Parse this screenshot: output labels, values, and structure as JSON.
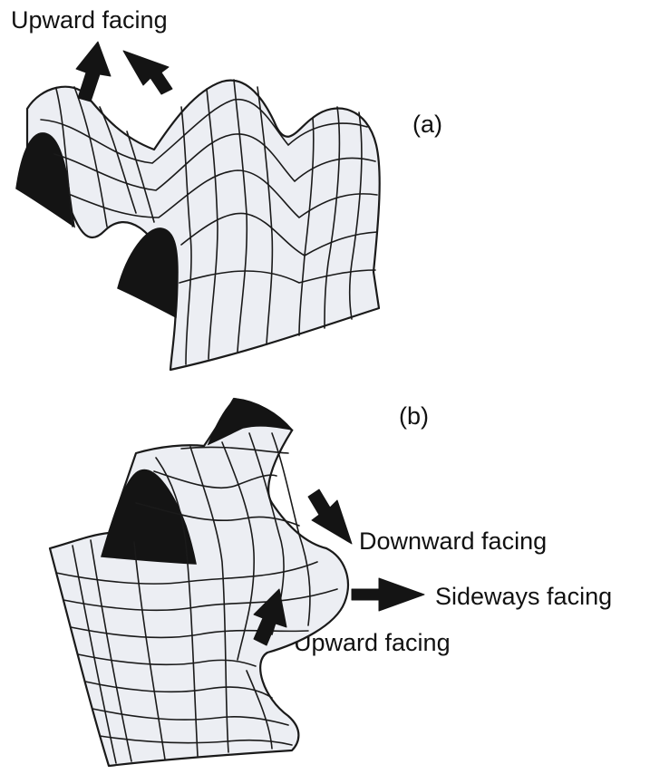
{
  "panel_a": {
    "tag": "(a)",
    "arrow_label": "Upward facing"
  },
  "panel_b": {
    "tag": "(b)",
    "downward_label": "Downward facing",
    "sideways_label": "Sideways facing",
    "upward_label": "Upward facing"
  },
  "colors": {
    "surface": "#eceef3",
    "shadow": "#141414",
    "line": "#1a1a1a",
    "background": "#ffffff"
  }
}
